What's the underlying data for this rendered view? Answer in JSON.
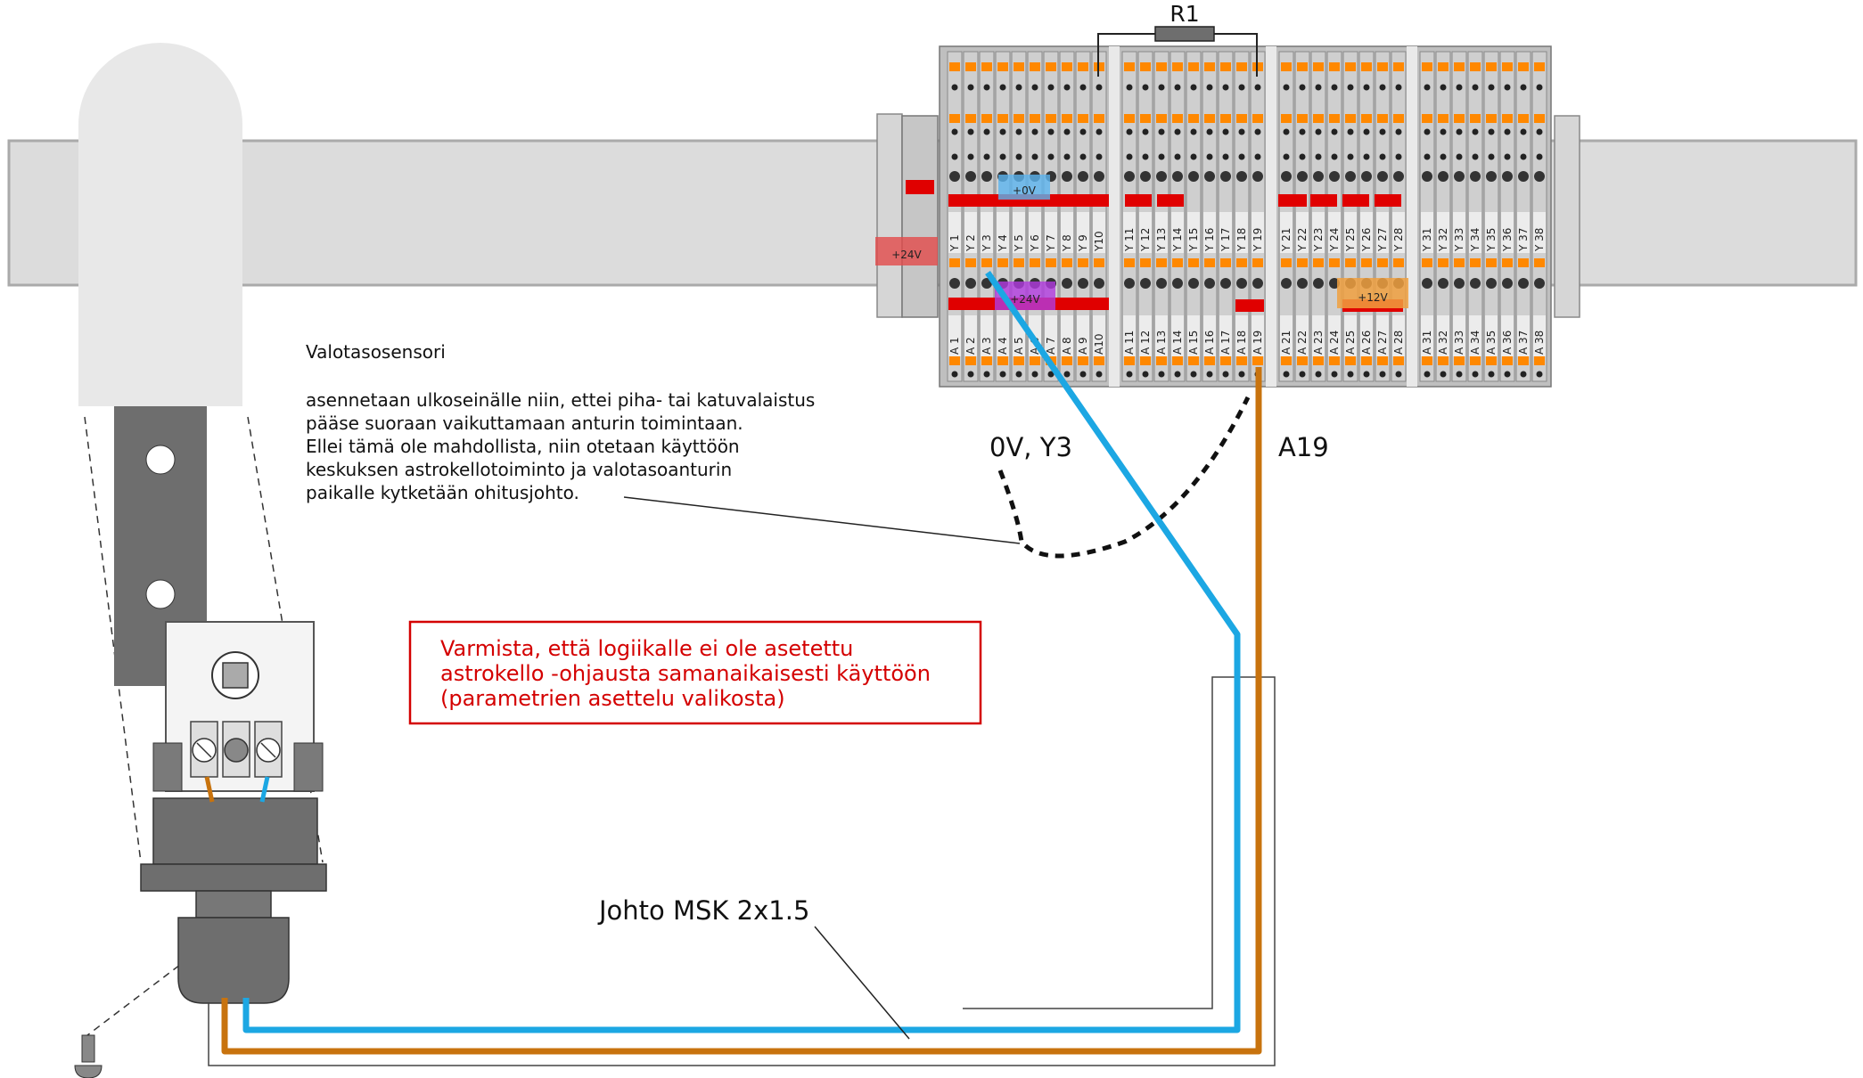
{
  "labels": {
    "r1": "R1",
    "sensor_title": "Valotasosensori",
    "sensor_desc": [
      "asennetaan ulkoseinälle niin, ettei piha- tai katuvalaistus",
      "pääse suoraan vaikuttamaan anturin toimintaan.",
      "Ellei tämä ole mahdollista, niin otetaan käyttöön",
      "keskuksen astrokellotoiminto ja valotasoanturin",
      "paikalle kytketään ohitusjohto."
    ],
    "wire_y3": "0V, Y3",
    "wire_a19": "A19",
    "cable": "Johto MSK 2x1.5",
    "warning": [
      "Varmista, että logiikalle ei ole asetettu",
      "astrokello -ohjausta samanaikaisesti käyttöön",
      "(parametrien asettelu valikosta)"
    ]
  },
  "terminal": {
    "y_labels": [
      "Y 1",
      "Y 2",
      "Y 3",
      "Y 4",
      "Y 5",
      "Y 6",
      "Y 7",
      "Y 8",
      "Y 9",
      "Y10",
      "Y 11",
      "Y 12",
      "Y 13",
      "Y 14",
      "Y 15",
      "Y 16",
      "Y 17",
      "Y 18",
      "Y 19",
      "Y 21",
      "Y 22",
      "Y 23",
      "Y 24",
      "Y 25",
      "Y 26",
      "Y 27",
      "Y 28",
      "Y 31",
      "Y 32",
      "Y 33",
      "Y 34",
      "Y 35",
      "Y 36",
      "Y 37",
      "Y 38"
    ],
    "a_labels": [
      "A 1",
      "A 2",
      "A 3",
      "A 4",
      "A 5",
      "A 6",
      "A 7",
      "A 8",
      "A 9",
      "A10",
      "A 11",
      "A 12",
      "A 13",
      "A 14",
      "A 15",
      "A 16",
      "A 17",
      "A 18",
      "A 19",
      "A 21",
      "A 22",
      "A 23",
      "A 24",
      "A 25",
      "A 26",
      "A 27",
      "A 28",
      "A 31",
      "A 32",
      "A 33",
      "A 34",
      "A 35",
      "A 36",
      "A 37",
      "A 38"
    ],
    "ov_label": "+0V",
    "v24_left_label": "+24V",
    "v24_mid_label": "+24V",
    "v12_label": "+12V"
  },
  "colors": {
    "blue_wire": "#1ca7e3",
    "brown_wire": "#c8730e",
    "warning": "#d40000",
    "bus_red": "#e00000",
    "orange": "#ff8800"
  }
}
